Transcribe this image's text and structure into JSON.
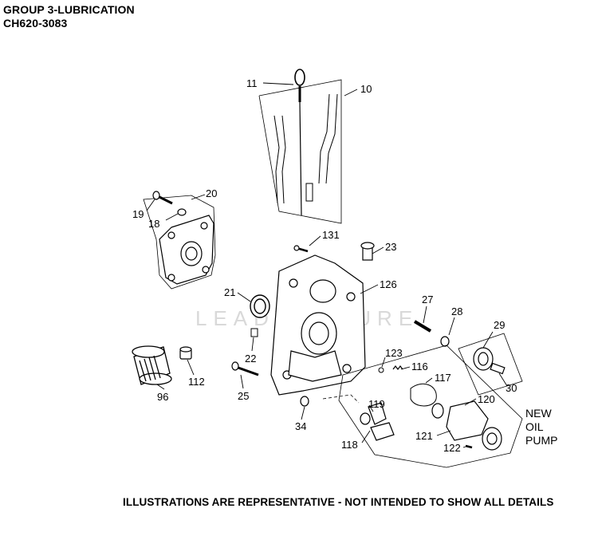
{
  "header": {
    "title": "GROUP 3-LUBRICATION",
    "model": "CH620-3083"
  },
  "callouts": [
    "11",
    "10",
    "20",
    "19",
    "18",
    "131",
    "23",
    "21",
    "126",
    "27",
    "28",
    "29",
    "22",
    "123",
    "116",
    "117",
    "112",
    "96",
    "25",
    "30",
    "120",
    "119",
    "34",
    "121",
    "118",
    "122"
  ],
  "new_oil_pump": {
    "line1": "NEW",
    "line2": "OIL",
    "line3": "PUMP"
  },
  "watermark": "LEADVENTURE",
  "disclaimer": "ILLUSTRATIONS ARE REPRESENTATIVE - NOT INTENDED TO SHOW ALL DETAILS"
}
